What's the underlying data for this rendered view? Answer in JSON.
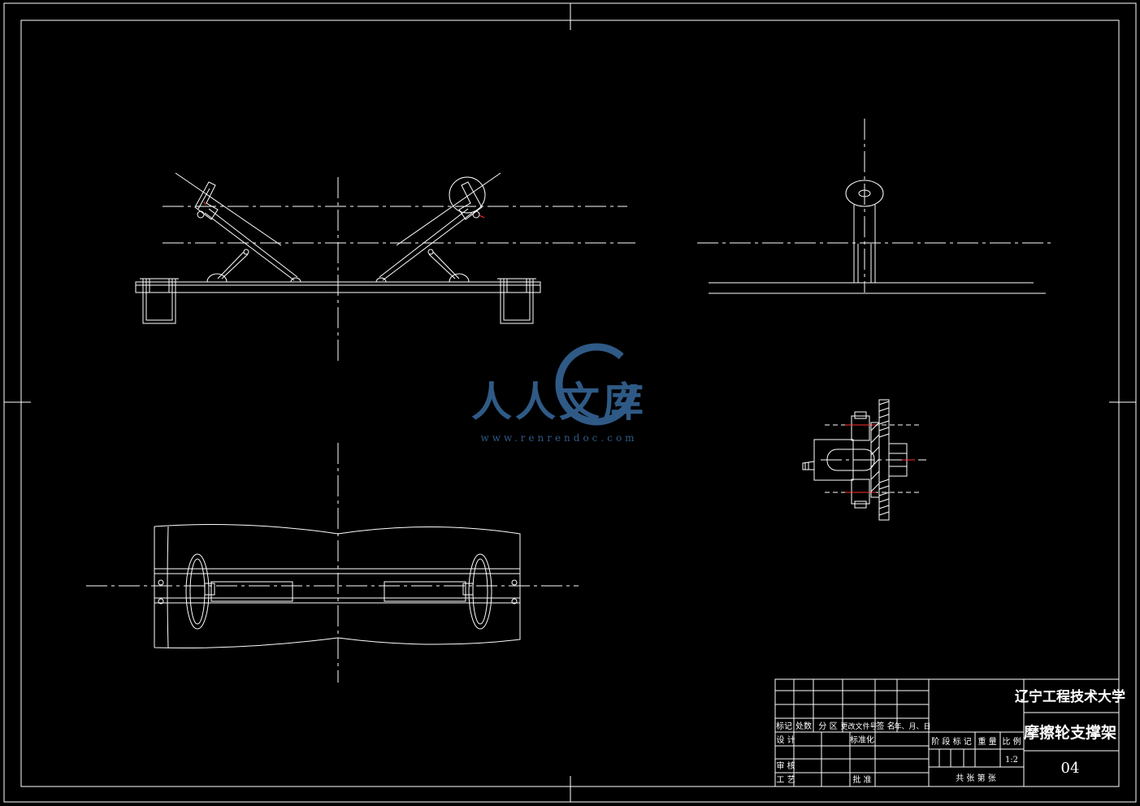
{
  "watermark": {
    "brand": "人人文库",
    "url": "www.renrendoc.com",
    "color": "#2f5a86"
  },
  "title_block": {
    "school": "辽宁工程技术大学",
    "drawing_title": "摩擦轮支撑架",
    "drawing_number": "04",
    "scale": "1:2",
    "headers": {
      "mark": "标记",
      "count": "处数",
      "zone": "分 区",
      "change_doc": "更改文件号",
      "signature": "签 名",
      "date": "年、月、日",
      "design": "设 计",
      "standardize": "标准化",
      "review": "审 核",
      "process": "工 艺",
      "approve": "批 准",
      "stage_mark": "阶 段 标 记",
      "weight": "重 量",
      "ratio": "比 例",
      "sheets": "共   张  第   张"
    }
  },
  "colors": {
    "background": "#000000",
    "line": "#ffffff",
    "accent": "#ff3030"
  }
}
